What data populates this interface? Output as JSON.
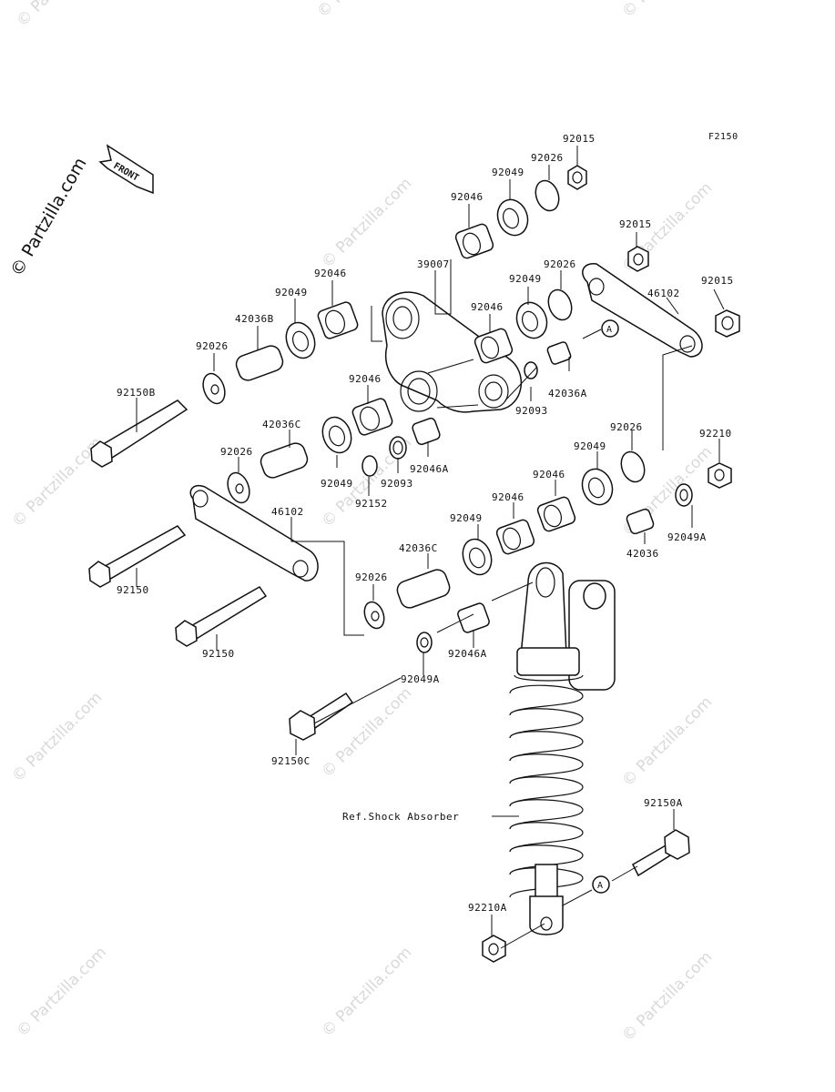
{
  "figure_code": "F2150",
  "front_marker": "FRONT",
  "shock_reference": "Ref.Shock Absorber",
  "watermark": "© Partzilla.com",
  "callout_letter": "A",
  "labels": {
    "p_92015_top": "92015",
    "p_92026_top": "92026",
    "p_92049_top": "92049",
    "p_92046_top": "92046",
    "p_39007": "39007",
    "p_92015_mid": "92015",
    "p_92026_mid": "92026",
    "p_92049_mid": "92049",
    "p_92046_mid": "92046",
    "p_46102_right": "46102",
    "p_92015_right": "92015",
    "p_42036A": "42036A",
    "p_92093_a": "92093",
    "p_92046_left": "92046",
    "p_92049_left": "92049",
    "p_42036B": "42036B",
    "p_92026_left": "92026",
    "p_92150B": "92150B",
    "p_92046_center": "92046",
    "p_42036C_upper": "42036C",
    "p_92026_center": "92026",
    "p_92049_center": "92049",
    "p_92093_b": "92093",
    "p_92046A_upper": "92046A",
    "p_92152": "92152",
    "p_92026_r2": "92026",
    "p_92049_r2": "92049",
    "p_92046_r2": "92046",
    "p_92210": "92210",
    "p_92049A_r": "92049A",
    "p_42036": "42036",
    "p_92046_r3": "92046",
    "p_92049_r3": "92049",
    "p_42036C_lower": "42036C",
    "p_46102_left": "46102",
    "p_92150_a": "92150",
    "p_92150_b": "92150",
    "p_92026_low": "92026",
    "p_92046A_lower": "92046A",
    "p_92049A_low": "92049A",
    "p_92150C": "92150C",
    "p_92150A": "92150A",
    "p_92210A": "92210A"
  }
}
